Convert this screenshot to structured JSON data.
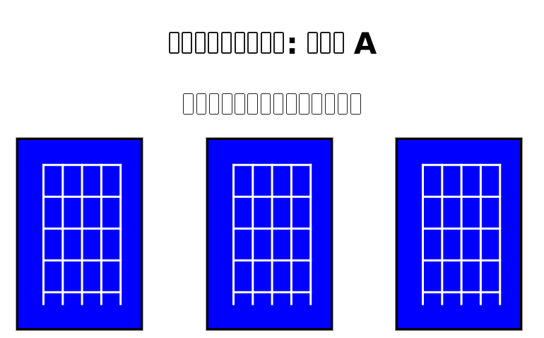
{
  "colors": {
    "page_background": "#ffffff",
    "text": "#000000",
    "diagram_fill": "#0000ff",
    "diagram_border": "#000000",
    "diagram_outline": "#9a9a9a",
    "grid_line": "#ffffff"
  },
  "title": {
    "missing_glyph_count_main": 9,
    "colon_text": ":",
    "missing_glyph_count_key": 3,
    "key_text": "A"
  },
  "subtitle": {
    "missing_glyph_count": 14
  },
  "diagrams": {
    "count": 3,
    "string_line_count": 5,
    "fret_line_count": 5,
    "fill_color": "#0000ff",
    "border_color": "#000000",
    "grid_line_color": "#ffffff"
  }
}
